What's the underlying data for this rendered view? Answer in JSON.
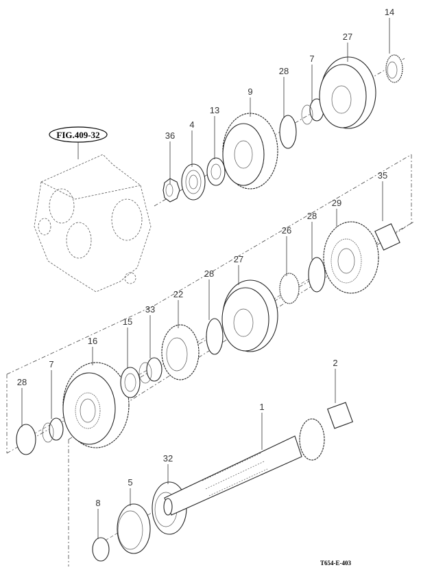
{
  "figure_reference": "FIG.409-32",
  "drawing_code": "T654-E-403",
  "callouts": [
    "14",
    "27",
    "7",
    "28",
    "9",
    "13",
    "4",
    "36",
    "35",
    "29",
    "28",
    "26",
    "27",
    "28",
    "22",
    "33",
    "15",
    "16",
    "7",
    "28",
    "2",
    "1",
    "32",
    "5",
    "8"
  ]
}
